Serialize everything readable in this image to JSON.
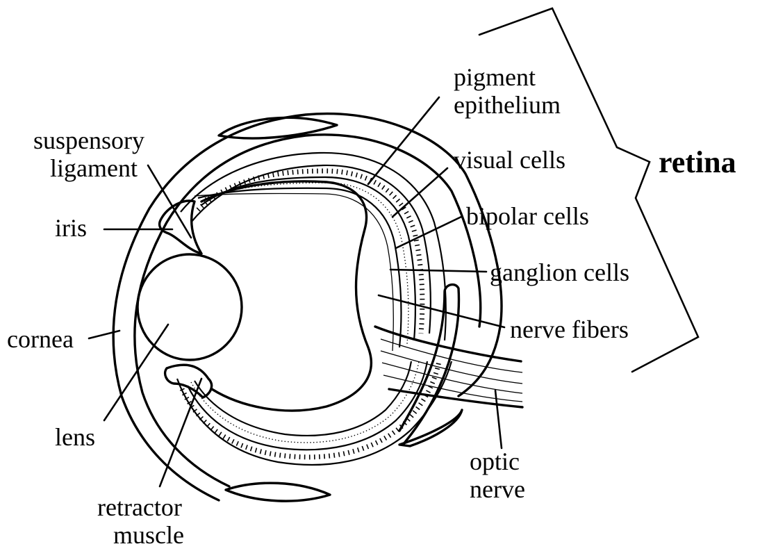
{
  "labels": {
    "suspensory_ligament_1": "suspensory",
    "suspensory_ligament_2": "ligament",
    "iris": "iris",
    "cornea": "cornea",
    "lens": "lens",
    "retractor_muscle_1": "retractor",
    "retractor_muscle_2": "muscle",
    "pigment_epithelium_1": "pigment",
    "pigment_epithelium_2": "epithelium",
    "visual_cells": "visual cells",
    "bipolar_cells": "bipolar cells",
    "ganglion_cells": "ganglion cells",
    "nerve_fibers": "nerve fibers",
    "optic_nerve_1": "optic",
    "optic_nerve_2": "nerve",
    "retina": "retina"
  },
  "colors": {
    "ink": "#000000",
    "background": "#ffffff"
  }
}
